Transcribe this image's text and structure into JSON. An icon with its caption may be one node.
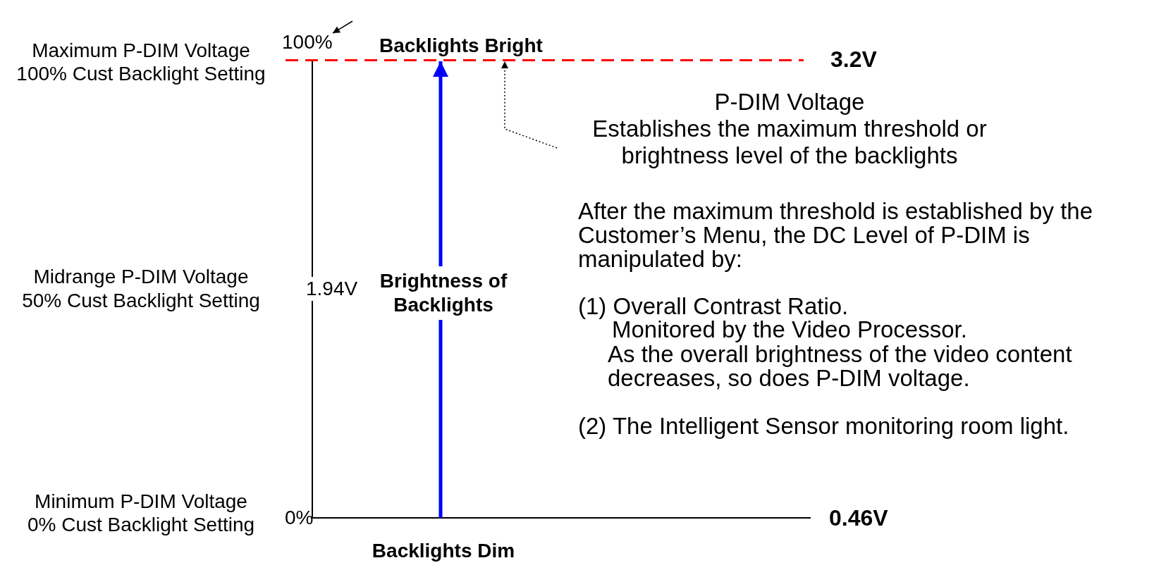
{
  "diagram": {
    "nodes": [
      {
        "text": [
          "100%"
        ]
      },
      {
        "text": [],
        "shape": "line"
      },
      {
        "text": [
          "P-DIM Voltage",
          "Establishes the maximum threshold or brightness level of the backlights"
        ]
      }
    ],
    "edges": [
      {
        "from": null,
        "to": 0,
        "arrow": "to"
      },
      {
        "from": 2,
        "to": 1,
        "arrow": "to",
        "style": "dashed"
      },
      {
        "from": null,
        "to": 1,
        "arrow": "to",
        "label": "Brightness of Backlights",
        "style": "thick",
        "color": "#0000ff"
      }
    ],
    "labels": [
      "Maximum P-DIM Voltage",
      "100% Cust Backlight Setting",
      "Backlights Bright",
      "3.2V",
      "Midrange P-DIM Voltage",
      "50% Cust Backlight Setting",
      "1.94V",
      "After the maximum threshold is established by the Customer’s Menu, the DC Level of P-DIM is manipulated by:",
      "(1) Overall Contrast Ratio.",
      "Monitored by the Video Processor.",
      "As the overall brightness of the video content decreases, so does P-DIM voltage.",
      "(2) The Intelligent Sensor monitoring room light.",
      "Minimum P-DIM Voltage",
      "0% Cust Backlight Setting",
      "0%",
      "0.46V",
      "Backlights Dim"
    ]
  }
}
